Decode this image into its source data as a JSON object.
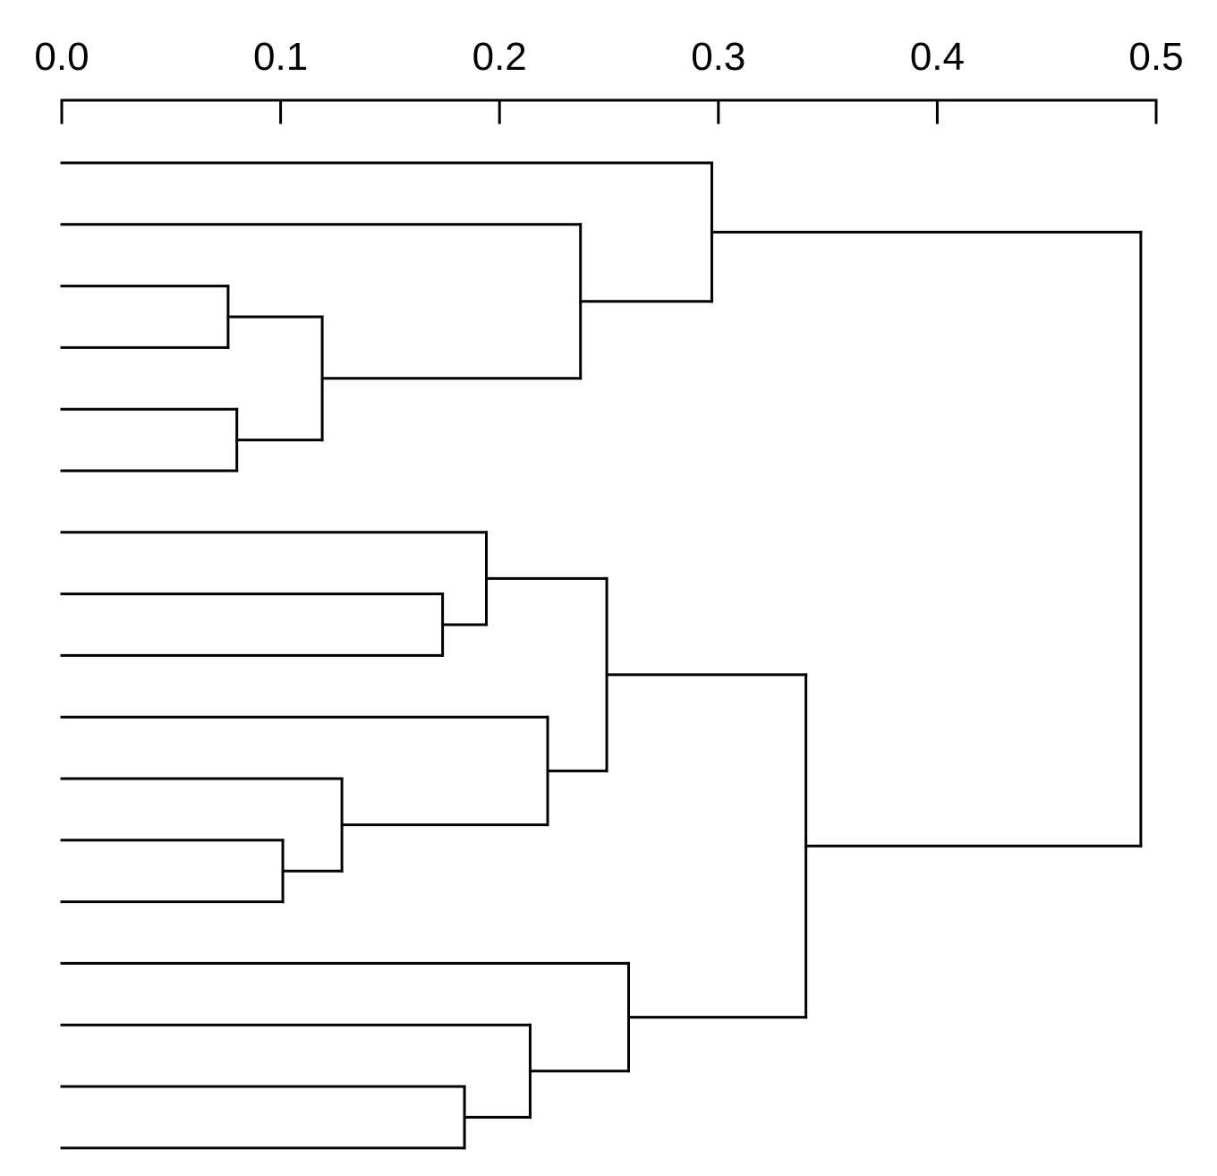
{
  "chart_data": {
    "type": "dendrogram",
    "orientation": "horizontal",
    "axis": {
      "position": "top",
      "ticks": [
        0.0,
        0.1,
        0.2,
        0.3,
        0.4,
        0.5
      ],
      "tick_labels": [
        "0.0",
        "0.1",
        "0.2",
        "0.3",
        "0.4",
        "0.5"
      ],
      "range": [
        0.0,
        0.5
      ]
    },
    "leaf_count": 17,
    "leaf_labels": [],
    "merges": [
      {
        "id": "m1",
        "left": "leaf2",
        "right": "leaf3",
        "height": 0.076
      },
      {
        "id": "m2",
        "left": "leaf4",
        "right": "leaf5",
        "height": 0.08
      },
      {
        "id": "m3",
        "left": "m1",
        "right": "m2",
        "height": 0.119
      },
      {
        "id": "m4",
        "left": "leaf1",
        "right": "m3",
        "height": 0.237
      },
      {
        "id": "m5",
        "left": "leaf0",
        "right": "m4",
        "height": 0.297
      },
      {
        "id": "m6",
        "left": "leaf7",
        "right": "leaf8",
        "height": 0.174
      },
      {
        "id": "m7",
        "left": "leaf6",
        "right": "m6",
        "height": 0.194
      },
      {
        "id": "m8",
        "left": "leaf11",
        "right": "leaf12",
        "height": 0.101
      },
      {
        "id": "m9",
        "left": "leaf10",
        "right": "m8",
        "height": 0.128
      },
      {
        "id": "m10",
        "left": "leaf9",
        "right": "m9",
        "height": 0.222
      },
      {
        "id": "m11",
        "left": "m7",
        "right": "m10",
        "height": 0.249
      },
      {
        "id": "m12",
        "left": "leaf15",
        "right": "leaf16",
        "height": 0.184
      },
      {
        "id": "m13",
        "left": "leaf14",
        "right": "m12",
        "height": 0.214
      },
      {
        "id": "m14",
        "left": "leaf13",
        "right": "m13",
        "height": 0.259
      },
      {
        "id": "m15",
        "left": "m11",
        "right": "m14",
        "height": 0.34
      },
      {
        "id": "m16",
        "left": "m5",
        "right": "m15",
        "height": 0.493
      }
    ],
    "grid": false
  }
}
